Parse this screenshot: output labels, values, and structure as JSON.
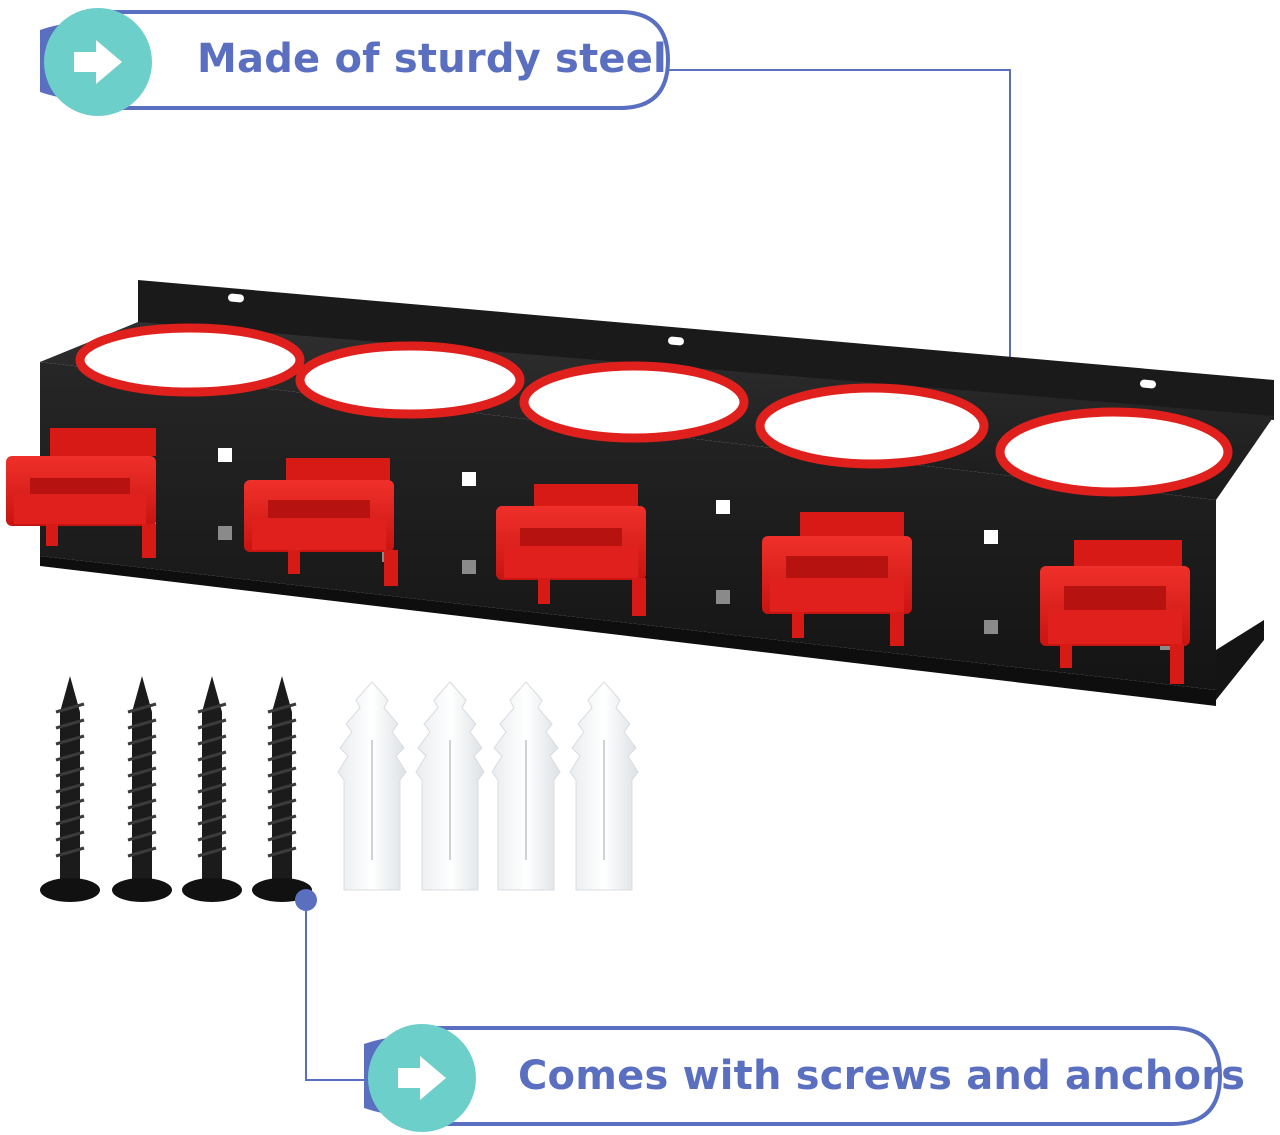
{
  "callouts": {
    "top": {
      "text": "Made of sturdy steel",
      "icon": "arrow-right-icon"
    },
    "bottom": {
      "text": "Comes with screws and anchors",
      "icon": "arrow-right-icon"
    }
  },
  "colors": {
    "accent_blue": "#5b6fc1",
    "badge_teal": "#6ccfc9",
    "rack_black": "#1d1d1d",
    "holder_red": "#e0201c"
  },
  "product": {
    "holder_count": 5,
    "screw_count": 4,
    "anchor_count": 4
  }
}
